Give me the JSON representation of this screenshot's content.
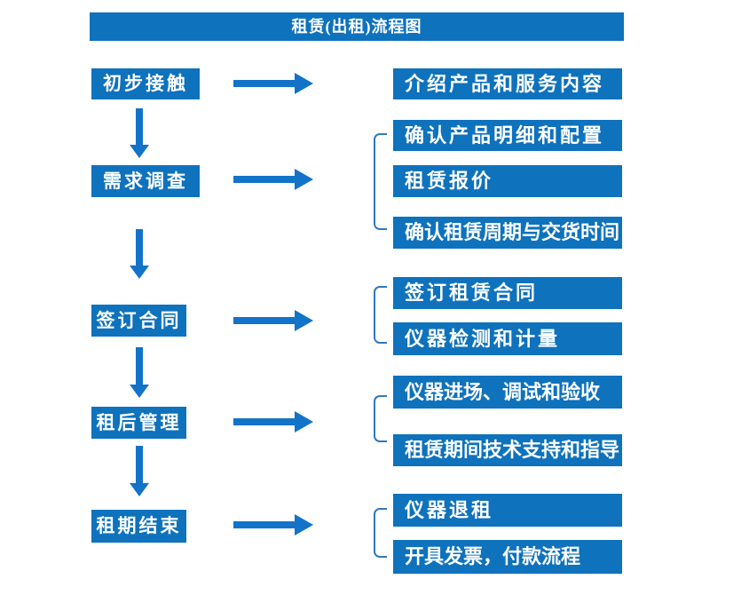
{
  "title": "租赁(出租)流程图",
  "colors": {
    "primary": "#0E72BD",
    "arrow": "#1373C8",
    "bracket": "#2E79C0",
    "text": "#FFFFFF"
  },
  "stages": [
    {
      "label": "初步接触",
      "outputs": [
        "介绍产品和服务内容"
      ]
    },
    {
      "label": "需求调查",
      "outputs": [
        "确认产品明细和配置",
        "租赁报价",
        "确认租赁周期与交货时间"
      ]
    },
    {
      "label": "签订合同",
      "outputs": [
        "签订租赁合同",
        "仪器检测和计量"
      ]
    },
    {
      "label": "租后管理",
      "outputs": [
        "仪器进场、调试和验收",
        "租赁期间技术支持和指导"
      ]
    },
    {
      "label": "租期结束",
      "outputs": [
        "仪器退租",
        "开具发票，付款流程"
      ]
    }
  ]
}
